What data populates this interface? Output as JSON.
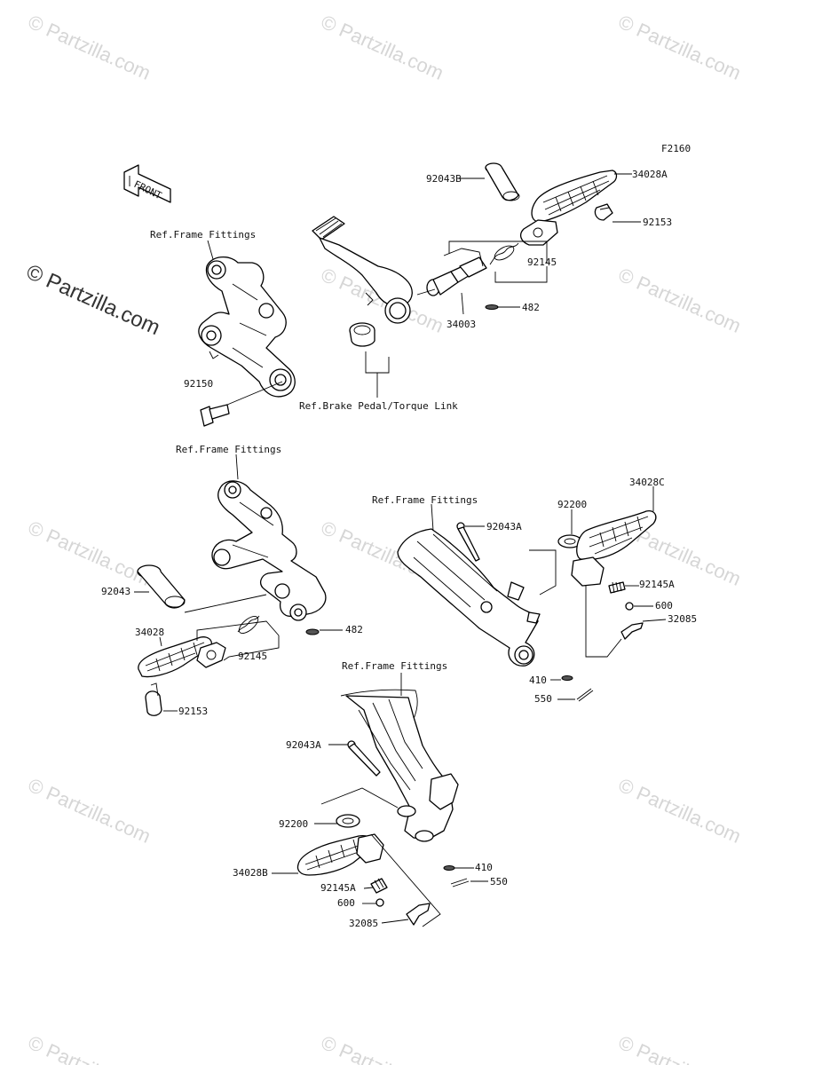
{
  "diagram": {
    "figure_code": "F2160",
    "front_arrow_text": "FRONT",
    "watermarks": {
      "repeat_text": "© Partzilla.com",
      "side_text": "© Partzilla.com"
    },
    "labels": {
      "p92043B": "92043B",
      "p34028A": "34028A",
      "p92153_top": "92153",
      "p92145_top": "92145",
      "p482_top": "482",
      "p34003": "34003",
      "ref_frame_1": "Ref.Frame Fittings",
      "p92150": "92150",
      "ref_brake": "Ref.Brake Pedal/Torque Link",
      "ref_frame_2": "Ref.Frame Fittings",
      "p92043": "92043",
      "p34028": "34028",
      "p92145_mid": "92145",
      "p482_mid": "482",
      "p92153_mid": "92153",
      "ref_frame_3": "Ref.Frame Fittings",
      "p92043A_r": "92043A",
      "p92200_r": "92200",
      "p34028C": "34028C",
      "p92145A_r": "92145A",
      "p600_r": "600",
      "p32085_r": "32085",
      "p410_r": "410",
      "p550_r": "550",
      "ref_frame_4": "Ref.Frame Fittings",
      "p92043A_b": "92043A",
      "p92200_b": "92200",
      "p34028B": "34028B",
      "p92145A_b": "92145A",
      "p600_b": "600",
      "p32085_b": "32085",
      "p410_b": "410",
      "p550_b": "550"
    }
  }
}
